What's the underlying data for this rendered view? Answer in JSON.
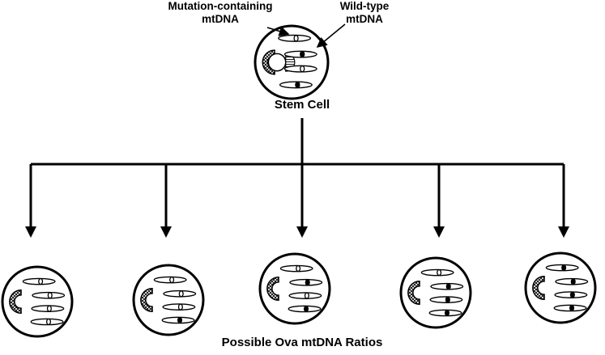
{
  "labels": {
    "mutation_line1": "Mutation-containing",
    "mutation_line2": "mtDNA",
    "wildtype_line1": "Wild-type",
    "wildtype_line2": "mtDNA",
    "stem_cell": "Stem Cell",
    "ova_ratios": "Possible Ova mtDNA Ratios"
  },
  "stem_cell": {
    "mtdna": [
      "mutant",
      "wildtype",
      "mutant",
      "wildtype"
    ]
  },
  "ova": [
    {
      "mtdna": [
        "mutant",
        "mutant",
        "mutant",
        "mutant"
      ]
    },
    {
      "mtdna": [
        "mutant",
        "mutant",
        "mutant",
        "wildtype"
      ]
    },
    {
      "mtdna": [
        "mutant",
        "wildtype",
        "mutant",
        "wildtype"
      ]
    },
    {
      "mtdna": [
        "mutant",
        "wildtype",
        "wildtype",
        "wildtype"
      ]
    },
    {
      "mtdna": [
        "wildtype",
        "wildtype",
        "wildtype",
        "wildtype"
      ]
    }
  ],
  "colors": {
    "stroke": "#000000",
    "background": "#ffffff",
    "wildtype_marker": "#000000",
    "mutant_marker": "#ffffff"
  }
}
